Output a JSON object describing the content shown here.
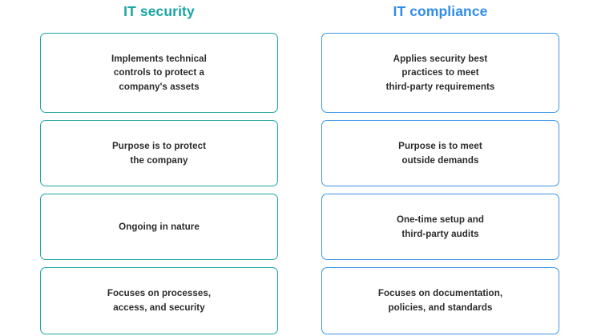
{
  "layout": {
    "columns": [
      {
        "id": "it-security",
        "title": "IT security",
        "accent_color": "#1ba4a4",
        "cards": [
          {
            "text": "Implements technical\ncontrols to protect a\ncompany's assets"
          },
          {
            "text": "Purpose is to protect\nthe company"
          },
          {
            "text": "Ongoing in nature"
          },
          {
            "text": "Focuses on processes,\naccess, and security"
          }
        ]
      },
      {
        "id": "it-compliance",
        "title": "IT compliance",
        "accent_color": "#3b95e8",
        "cards": [
          {
            "text": "Applies security best\npractices to meet\nthird-party requirements"
          },
          {
            "text": "Purpose is to meet\noutside demands"
          },
          {
            "text": "One-time setup and\nthird-party audits"
          },
          {
            "text": "Focuses on documentation,\npolicies, and standards"
          }
        ]
      }
    ]
  },
  "colors": {
    "background": "#ffffff",
    "security_accent": "#1ba4a4",
    "compliance_accent": "#3b95e8",
    "body_text": "#2b2b2b"
  }
}
